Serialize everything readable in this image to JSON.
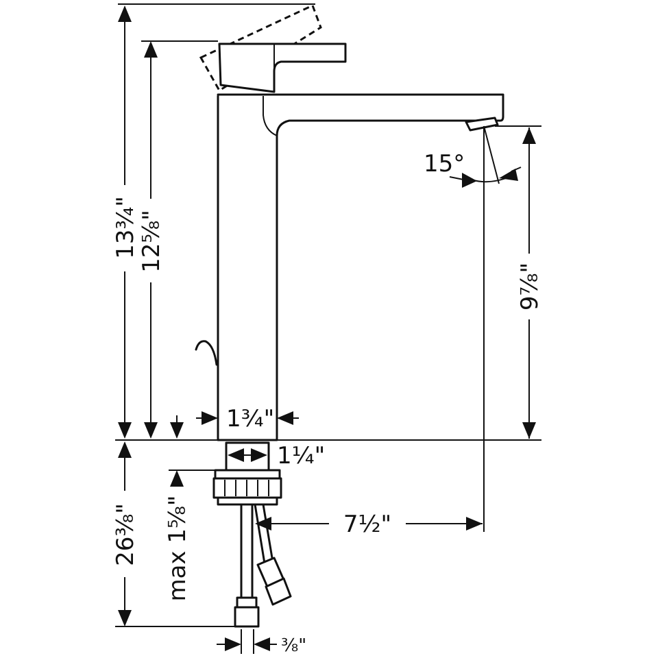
{
  "dimensions": {
    "overall_height": "13¾\"",
    "body_height": "12⅝\"",
    "spout_clearance": "9⅞\"",
    "spout_angle": "15°",
    "body_width": "1¾\"",
    "shank_diameter": "1¼\"",
    "spout_reach": "7½\"",
    "supply_length": "26⅜\"",
    "max_deck_thickness": "max 1⅝\"",
    "supply_connection": "⅜\""
  }
}
